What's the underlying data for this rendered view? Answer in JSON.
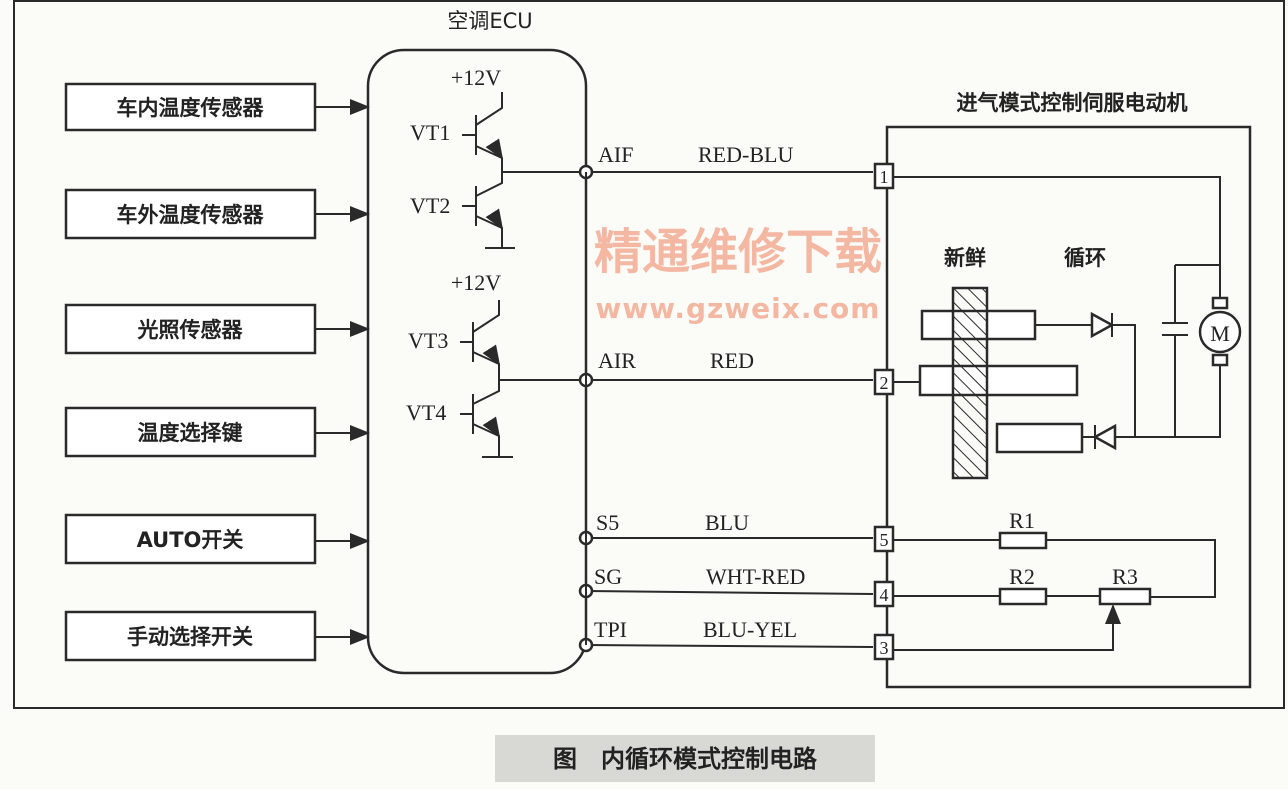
{
  "ecu": {
    "title": "空调ECU",
    "supply_1": "+12V",
    "supply_2": "+12V",
    "transistors": [
      "VT1",
      "VT2",
      "VT3",
      "VT4"
    ]
  },
  "inputs": [
    "车内温度传感器",
    "车外温度传感器",
    "光照传感器",
    "温度选择键",
    "AUTO开关",
    "手动选择开关"
  ],
  "terminals": [
    {
      "name": "AIF",
      "wire": "RED-BLU",
      "pin": "1"
    },
    {
      "name": "AIR",
      "wire": "RED",
      "pin": "2"
    },
    {
      "name": "S5",
      "wire": "BLU",
      "pin": "5"
    },
    {
      "name": "SG",
      "wire": "WHT-RED",
      "pin": "4"
    },
    {
      "name": "TPI",
      "wire": "BLU-YEL",
      "pin": "3"
    }
  ],
  "motor": {
    "title": "进气模式控制伺服电动机",
    "fresh_label": "新鲜",
    "recirc_label": "循环",
    "motor_symbol": "M",
    "resistors": [
      "R1",
      "R2",
      "R3"
    ]
  },
  "caption": "图　内循环模式控制电路",
  "watermark": {
    "cn": "精通维修下载",
    "url": "www.gzweix.com"
  }
}
